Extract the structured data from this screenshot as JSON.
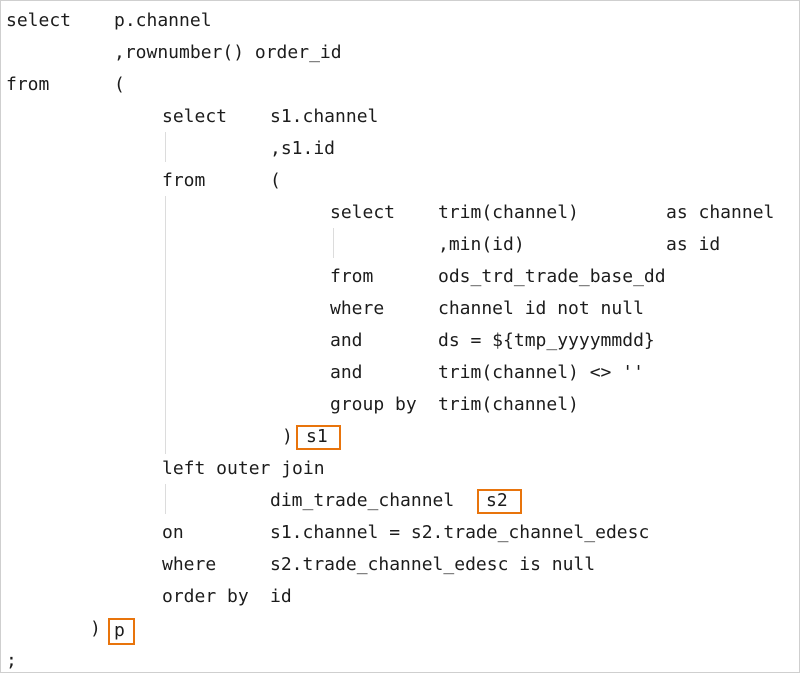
{
  "code": {
    "l1_kw": "select",
    "l1_expr": "p.channel",
    "l2_expr": ",rownumber() order_id",
    "l3_kw": "from",
    "l3_paren": "(",
    "l4_kw": "select",
    "l4_expr": "s1.channel",
    "l5_expr": ",s1.id",
    "l6_kw": "from",
    "l6_paren": "(",
    "l7_kw": "select",
    "l7_expr": "trim(channel)",
    "l7_as": "as channel",
    "l8_expr": ",min(id)",
    "l8_as": "as id",
    "l9_kw": "from",
    "l9_expr": "ods_trd_trade_base_dd",
    "l10_kw": "where",
    "l10_expr": "channel id not null",
    "l11_kw": "and",
    "l11_expr": "ds = ${tmp_yyyymmdd}",
    "l12_kw": "and",
    "l12_expr": "trim(channel) <> ''",
    "l13_kw": "group by",
    "l13_expr": "trim(channel)",
    "l14_paren": ")",
    "l14_alias": "s1",
    "l15_kw": "left outer join",
    "l16_expr": "dim_trade_channel",
    "l16_alias": "s2",
    "l17_kw": "on",
    "l17_expr": "s1.channel = s2.trade_channel_edesc",
    "l18_kw": "where",
    "l18_expr": "s2.trade_channel_edesc is null",
    "l19_kw": "order by",
    "l19_expr": "id",
    "l20_paren": ")",
    "l20_alias": "p",
    "l21_end": ";"
  },
  "highlight_color": "#e8740c"
}
